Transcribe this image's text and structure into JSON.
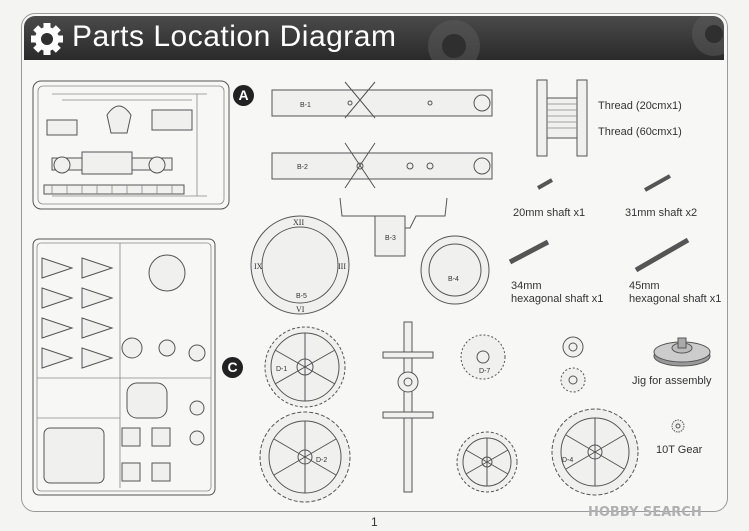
{
  "header": {
    "title": "Parts Location Diagram"
  },
  "sections": {
    "a": "A",
    "c": "C"
  },
  "part_tags": {
    "b1": "B-1",
    "b2": "B-2",
    "b3": "B-3",
    "b4": "B-4",
    "b5": "B-5",
    "d1": "D-1",
    "d2": "D-2",
    "d4": "D-4",
    "d7": "D-7"
  },
  "clock_numerals": {
    "twelve": "XII",
    "three": "III",
    "six": "VI",
    "nine": "IX"
  },
  "parts": {
    "thread_20": "Thread (20cmx1)",
    "thread_60": "Thread (60cmx1)",
    "shaft_20": "20mm shaft x1",
    "shaft_31": "31mm shaft x2",
    "hex_34_line1": "34mm",
    "hex_34_line2": "hexagonal shaft x1",
    "hex_45_line1": "45mm",
    "hex_45_line2": "hexagonal shaft x1",
    "jig": "Jig for assembly",
    "gear_10t": "10T Gear"
  },
  "footer": {
    "page_number": "1",
    "watermark": "HOBBY SEARCH"
  },
  "icons": [
    "gear-icon",
    "sprue-a-tree",
    "sprue-c-tree",
    "clock-face-part",
    "gear-wheel-part",
    "thread-spool",
    "shaft-part",
    "jig-part"
  ],
  "colors": {
    "banner": "#2f2f2f",
    "banner_text": "#ffffff",
    "line": "#555555",
    "background": "#f4f4f2"
  }
}
